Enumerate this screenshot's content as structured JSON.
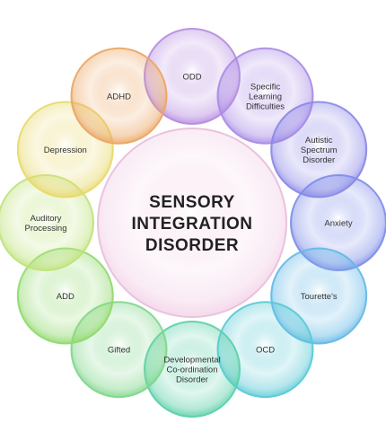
{
  "center": {
    "lines": [
      "SENSORY",
      "INTEGRATION",
      "DISORDER"
    ],
    "color": "#f3d2e8"
  },
  "nodes": [
    {
      "lines": [
        "ODD"
      ],
      "color": "#b68be0"
    },
    {
      "lines": [
        "Specific",
        "Learning",
        "Difficulties"
      ],
      "color": "#a889e6"
    },
    {
      "lines": [
        "Autistic",
        "Spectrum",
        "Disorder"
      ],
      "color": "#8a86e6"
    },
    {
      "lines": [
        "Anxiety"
      ],
      "color": "#7d8ce8"
    },
    {
      "lines": [
        "Tourette's"
      ],
      "color": "#62b8e6"
    },
    {
      "lines": [
        "OCD"
      ],
      "color": "#58c9d6"
    },
    {
      "lines": [
        "Developmental",
        "Co-ordination",
        "Disorder"
      ],
      "color": "#59cfa8"
    },
    {
      "lines": [
        "Gifted"
      ],
      "color": "#7ed68a"
    },
    {
      "lines": [
        "ADD"
      ],
      "color": "#8fd96b"
    },
    {
      "lines": [
        "Auditory",
        "Processing"
      ],
      "color": "#bfe27a"
    },
    {
      "lines": [
        "Depression"
      ],
      "color": "#e8d86a"
    },
    {
      "lines": [
        "ADHD"
      ],
      "color": "#eba460"
    }
  ]
}
